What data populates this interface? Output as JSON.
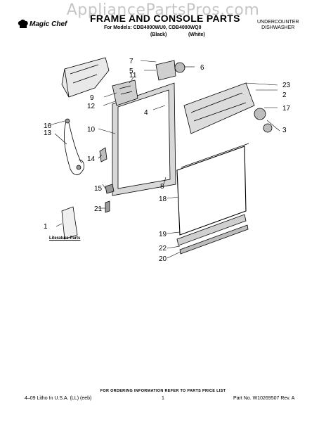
{
  "watermark": "AppliancePartsPros.com",
  "header": {
    "brand": "Magic Chef",
    "title": "FRAME AND CONSOLE PARTS",
    "models": "For Models: CDB4000WU0, CDB4000WQ0",
    "color_black": "(Black)",
    "color_white": "(White)",
    "category_line1": "UNDERCOUNTER",
    "category_line2": "DISHWASHER"
  },
  "callouts": [
    "1",
    "2",
    "3",
    "4",
    "5",
    "6",
    "7",
    "8",
    "9",
    "10",
    "11",
    "12",
    "13",
    "14",
    "15",
    "16",
    "17",
    "18",
    "19",
    "20",
    "21",
    "22",
    "23"
  ],
  "literature_label": "Literature Parts",
  "footer": {
    "order_note": "FOR ORDERING INFORMATION REFER TO PARTS PRICE LIST",
    "left": "4–09 Litho In U.S.A. (LL) (eeb)",
    "page": "1",
    "part_no": "Part No. W10269507 Rev. A"
  }
}
